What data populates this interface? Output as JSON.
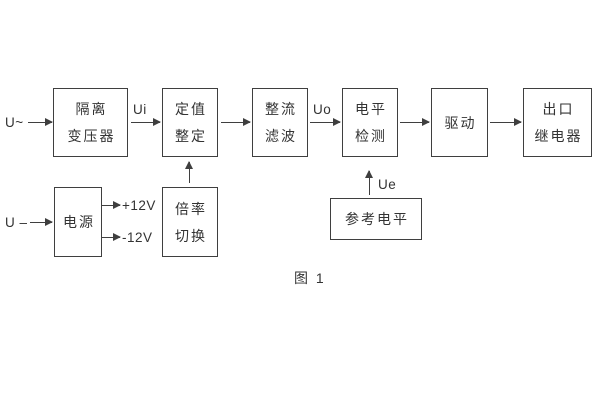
{
  "figure": {
    "caption": "图 1"
  },
  "labels": {
    "input_ac": "U~",
    "input_dc": "U –",
    "ui": "Ui",
    "uo": "Uo",
    "ue": "Ue",
    "plus_12v": "+12V",
    "minus_12v": "-12V"
  },
  "blocks": {
    "isolation_transformer": [
      "隔离",
      "变压器"
    ],
    "value_setting": [
      "定值",
      "整定"
    ],
    "rectify_filter": [
      "整流",
      "滤波"
    ],
    "level_detection": [
      "电平",
      "检测"
    ],
    "drive": [
      "驱动"
    ],
    "output_relay": [
      "出口",
      "继电器"
    ],
    "power_supply": [
      "电源"
    ],
    "ratio_switch": [
      "倍率",
      "切换"
    ],
    "reference_level": [
      "参考电平"
    ]
  },
  "colors": {
    "line": "#3f3f3f",
    "text": "#333333",
    "background": "#ffffff"
  }
}
